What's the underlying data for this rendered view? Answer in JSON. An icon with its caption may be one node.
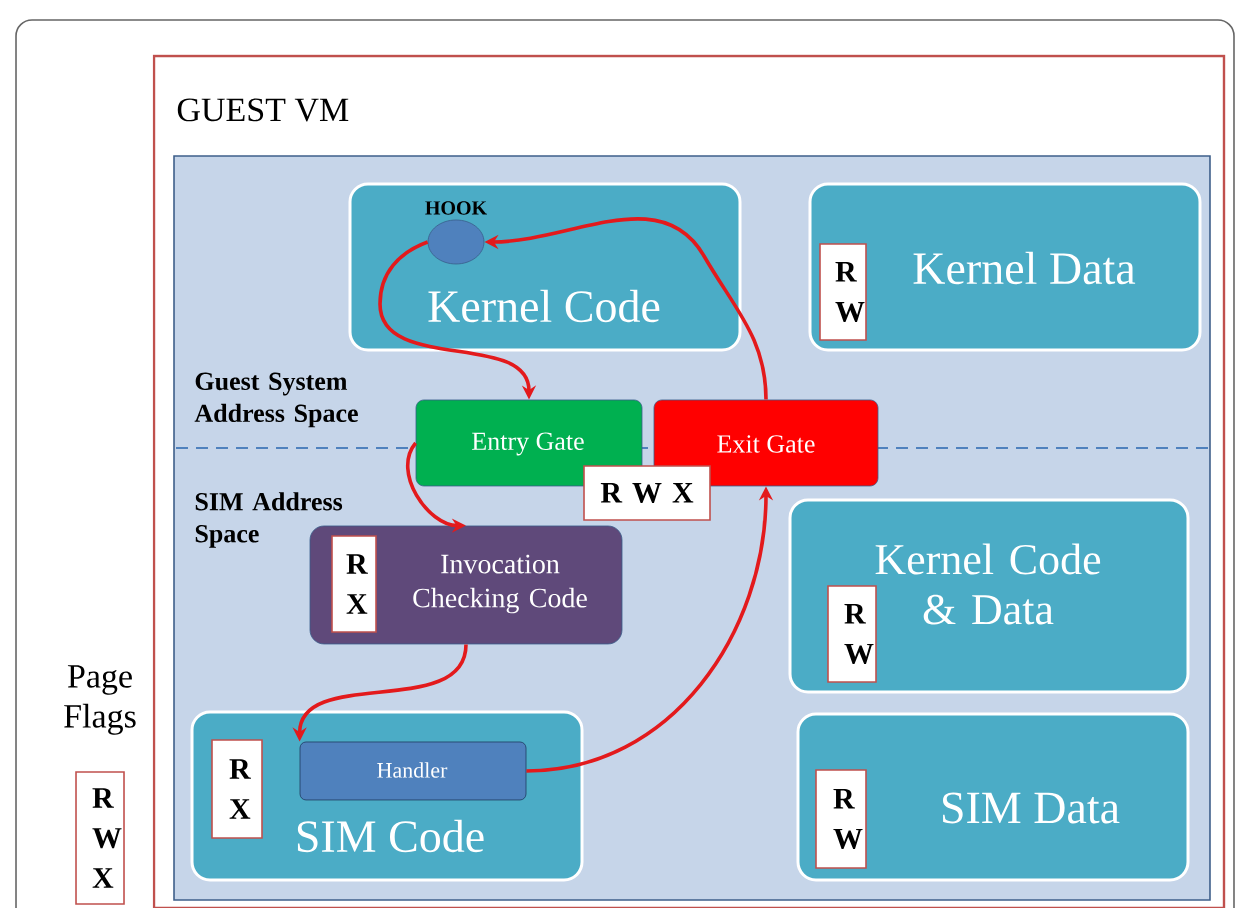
{
  "diagram": {
    "nodes": [
      {
        "text": [
          "GUEST VM"
        ]
      },
      {
        "text": [
          "Guest System Address Space",
          "SIM Address Space"
        ],
        "in": 0
      },
      {
        "text": [
          "Kernel Code"
        ],
        "in": 1
      },
      {
        "text": [
          "HOOK"
        ],
        "in": 2
      },
      {
        "text": [
          "Kernel Data"
        ],
        "in": 1
      },
      {
        "text": [
          "R W"
        ],
        "in": 4
      },
      {
        "text": [
          "Entry Gate"
        ],
        "in": 1
      },
      {
        "text": [
          "Exit Gate"
        ],
        "in": 1
      },
      {
        "text": [
          "R W X"
        ],
        "in": 1
      },
      {
        "text": [
          "Invocation Checking Code"
        ],
        "in": 1
      },
      {
        "text": [
          "R X"
        ],
        "in": 9
      },
      {
        "text": [
          "Kernel Code & Data"
        ],
        "in": 1
      },
      {
        "text": [
          "R W"
        ],
        "in": 11
      },
      {
        "text": [
          "SIM Code"
        ],
        "in": 1
      },
      {
        "text": [
          "R X"
        ],
        "in": 13
      },
      {
        "text": [
          "Handler"
        ],
        "in": 13
      },
      {
        "text": [
          "SIM Data"
        ],
        "in": 1
      },
      {
        "text": [
          "R W"
        ],
        "in": 16
      },
      {
        "text": [
          "R W X"
        ],
        "beside": [
          "Page Flags"
        ]
      }
    ],
    "edges": [
      {
        "from": 3,
        "to": 6,
        "arrow": "to"
      },
      {
        "from": 6,
        "to": 9,
        "arrow": "to"
      },
      {
        "from": 9,
        "to": 15,
        "arrow": "to"
      },
      {
        "from": 15,
        "to": 7,
        "arrow": "to"
      },
      {
        "from": 7,
        "to": 3,
        "arrow": "to"
      }
    ]
  }
}
